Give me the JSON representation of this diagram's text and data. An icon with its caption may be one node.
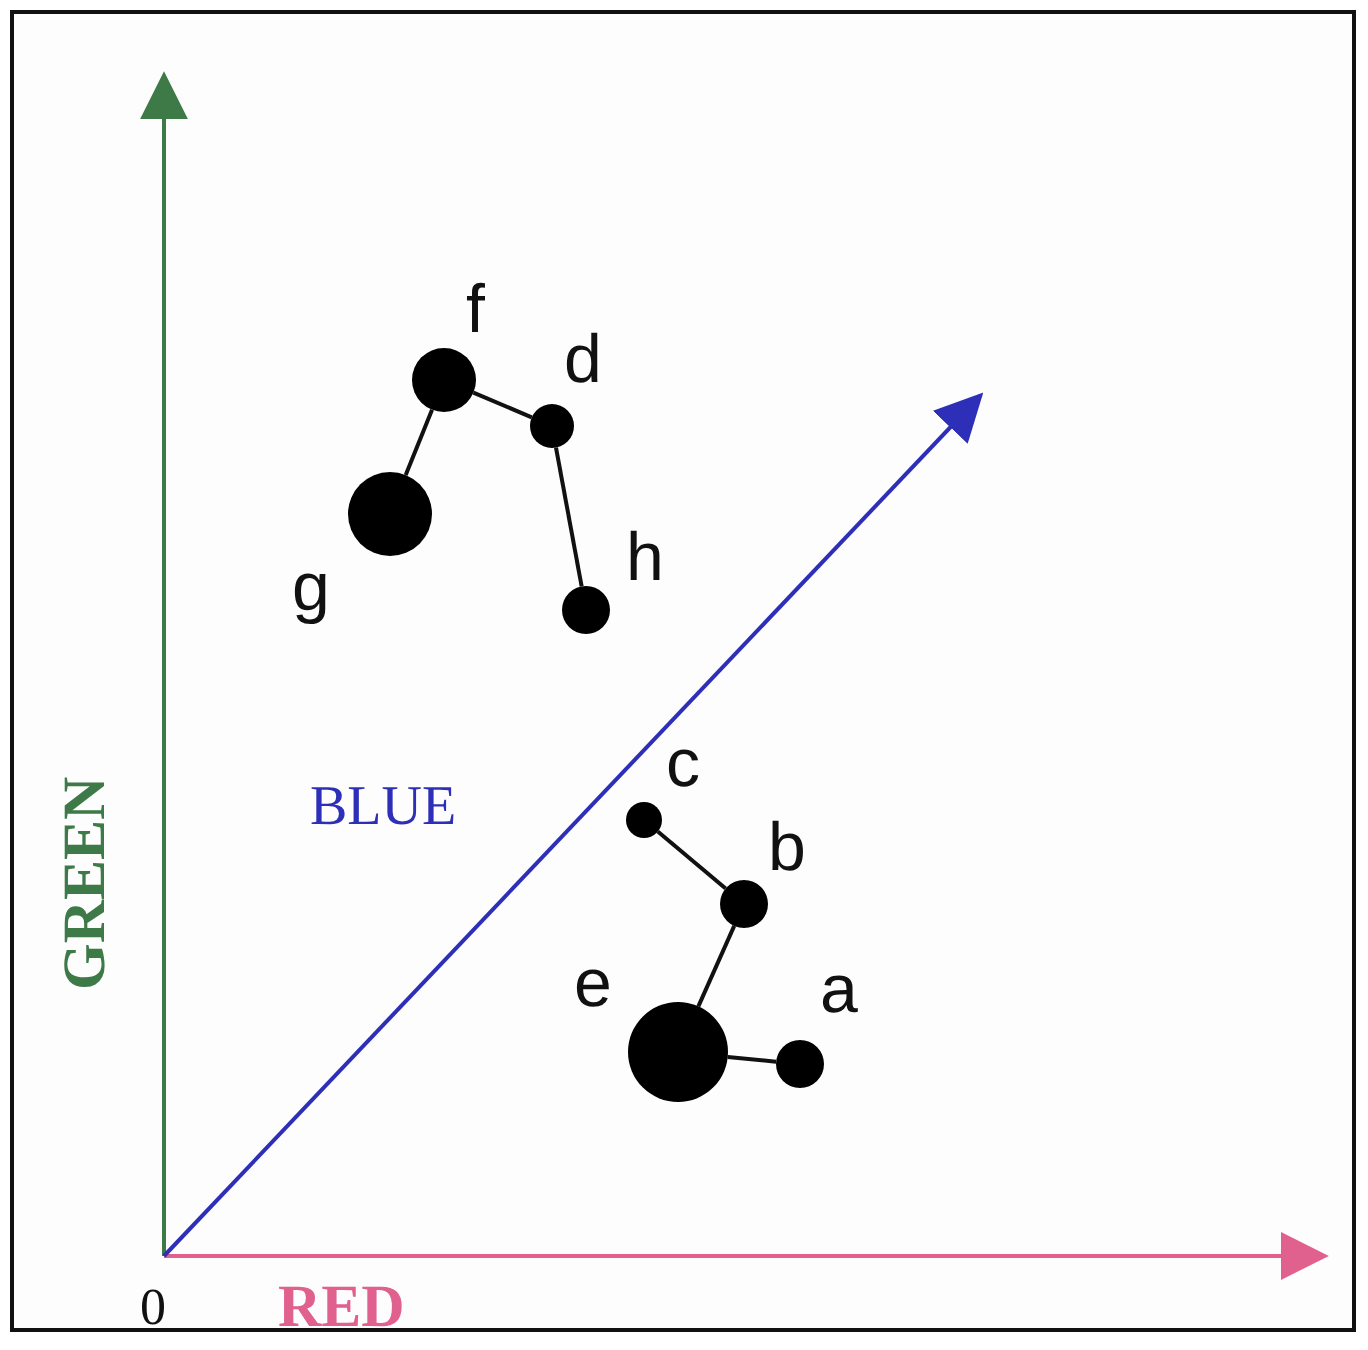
{
  "diagram": {
    "nodes": [
      {
        "text": [],
        "shape": "circle",
        "beside": [
          "f"
        ]
      },
      {
        "text": [],
        "shape": "circle",
        "beside": [
          "d"
        ]
      },
      {
        "text": [],
        "shape": "circle",
        "beside": [
          "g"
        ]
      },
      {
        "text": [],
        "shape": "circle",
        "beside": [
          "h"
        ]
      },
      {
        "text": [],
        "shape": "circle",
        "beside": [
          "c"
        ]
      },
      {
        "text": [],
        "shape": "circle",
        "beside": [
          "b"
        ]
      },
      {
        "text": [],
        "shape": "circle",
        "beside": [
          "e"
        ]
      },
      {
        "text": [],
        "shape": "circle",
        "beside": [
          "a"
        ]
      }
    ],
    "edges": [
      {
        "from": 0,
        "to": 2,
        "arrow": "none"
      },
      {
        "from": 0,
        "to": 1,
        "arrow": "none"
      },
      {
        "from": 1,
        "to": 3,
        "arrow": "none"
      },
      {
        "from": 4,
        "to": 5,
        "arrow": "none"
      },
      {
        "from": 5,
        "to": 6,
        "arrow": "none"
      },
      {
        "from": 6,
        "to": 7,
        "arrow": "none"
      }
    ],
    "labels": [
      "GREEN",
      "BLUE",
      "0",
      "RED"
    ]
  }
}
